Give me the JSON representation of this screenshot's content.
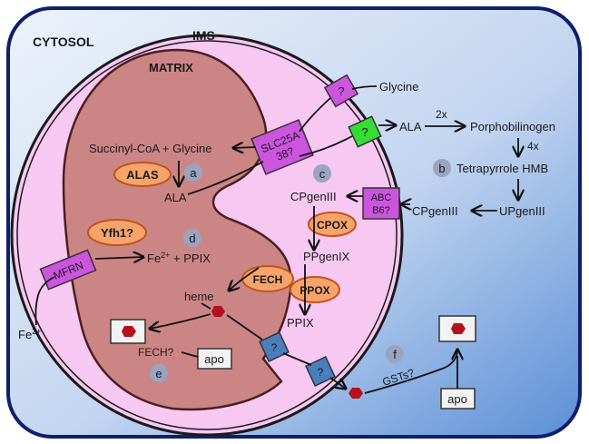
{
  "colors": {
    "cytosol_light": "#e6edf8",
    "cytosol_dark": "#5a8fd6",
    "ims": "#f7c8f2",
    "matrix": "#cc8585",
    "enzyme_fill": "#f7a46b",
    "enzyme_stroke": "#c0541b",
    "transporter": "#cc55dd",
    "green_transporter": "#33dd33",
    "blue_transporter": "#4a7fbd",
    "step_marker": "#9aa3c0",
    "heme": "#b3121b"
  },
  "compartments": {
    "cytosol": "CYTOSOL",
    "ims": "IMS",
    "matrix": "MATRIX"
  },
  "transporters": {
    "slc25a_line1": "SLC25A",
    "slc25a_line2": "38?",
    "glycine_importer": "?",
    "ala_exporter": "?",
    "abc_line1": "ABC",
    "abc_line2": "B6?",
    "mfrn": "MFRN",
    "heme_exporter_1": "?",
    "heme_exporter_2": "?"
  },
  "enzymes": {
    "alas": "ALAS",
    "yfh1": "Yfh1?",
    "cpox": "CPOX",
    "fech": "FECH",
    "ppox": "PPOX"
  },
  "metabolites": {
    "glycine": "Glycine",
    "ala_cytosol": "ALA",
    "stoich_2x": "2x",
    "porphobilinogen": "Porphobilinogen",
    "stoich_4x": "4x",
    "tetrapyrrole": "Tetrapyrrole HMB",
    "upgeniii": "UPgenIII",
    "cpgeniii_cytosol": "CPgenIII",
    "succinyl_glycine": "Succinyl-CoA + Glycine",
    "ala_matrix": "ALA",
    "cpgeniii_ims": "CPgenIII",
    "ppgenix": "PPgenIX",
    "ppix_ims": "PPIX",
    "fe_ppix_prefix": "Fe",
    "fe_ppix_sup": "2+",
    "fe_ppix_suffix": " + PPIX",
    "heme": "heme",
    "fe_outside": "Fe",
    "fe_outside_sup": "2+",
    "fech_q": "FECH?",
    "apo_matrix": "apo",
    "apo_cytosol": "apo",
    "gsts": "GSTs?"
  },
  "step_labels": {
    "a": "a",
    "b": "b",
    "c": "c",
    "d": "d",
    "e": "e",
    "f": "f"
  }
}
